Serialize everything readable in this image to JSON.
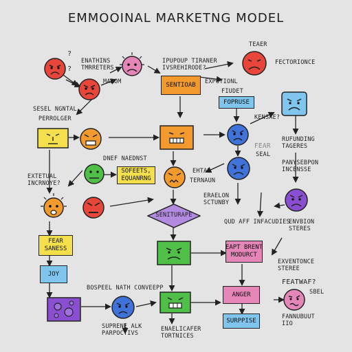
{
  "title": "EMMOOINAL MARKETNG MODEL",
  "colors": {
    "red": "#e8463a",
    "orange": "#f29a2e",
    "yellow": "#f4e04d",
    "green": "#4fbf48",
    "blue": "#3f73d9",
    "purple": "#8a4fd0",
    "pink": "#e486b8",
    "cyan": "#7fc5ee",
    "ink": "#222222"
  },
  "labels": {
    "q_mark_1": "?",
    "q_mark_2": "?",
    "enathins": "ENATHINS\nTMRRETERS",
    "maron": "MAROM",
    "ipupoup": "IPUPOUP TIRANER\nIVSREHIRODE?",
    "expotioml": "EXPOTIONL",
    "teaer": "TEAER",
    "fectorionce": "FECTORIONCE",
    "sesel": "SESEL NGNTAL",
    "perrolger": "PERROLGER",
    "fiudet": "FIUDET",
    "kenshe": "KENSAE?",
    "fear": "FEAR",
    "seal": "SEAL",
    "rufing": "RUFUNDING\nTAGERES",
    "panysebpon": "PANYSEBPON\nINCENSSE",
    "dnf": "DNEF NAEDNST",
    "ehtal": "EHTAL",
    "ternaun": "TERNAUN",
    "extetual": "EXTETUAL\nINCRNOYE?",
    "eraelon": "ERAELON\nSCTUNBY",
    "qud": "QUD AFF INFACUDIES",
    "envbion": "ENVBION\nSTERES",
    "bospel": "BOSPEEL NATH CONVEEPP",
    "exventonce": "EXVENTONCE\nSTEREE",
    "featwaf": "FEATWAF?",
    "sbel": "SBEL",
    "supreme": "SUPRENE ALK\nPARPOCTIVS",
    "enaelicafer": "ENAELICAFER\nTORTNICES",
    "fannuuut": "FANNUBUUT\nIIO"
  },
  "boxes": {
    "sentioab": "SENTIOAB",
    "fopruse": "FOPRUSE",
    "sofeets": "SOFEETS,\nEQUANRNG",
    "fear_sanness": "FEAR\nSANESS",
    "joy": "JOY",
    "eapt_brent": "EAPT BRENT\nMODURCT",
    "anger": "ANGER",
    "surprise": "SURPPISE",
    "seniturape": "SENITURAPE"
  }
}
